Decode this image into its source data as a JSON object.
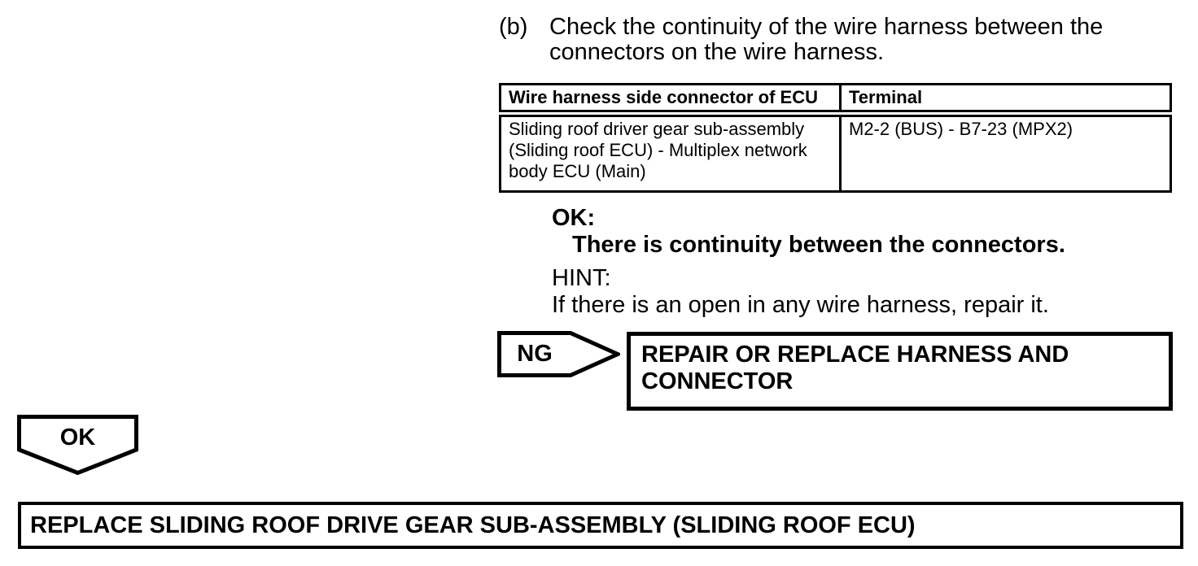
{
  "page": {
    "background_color": "#ffffff",
    "text_color": "#000000"
  },
  "step": {
    "marker": "(b)",
    "lines": [
      "Check the continuity of the wire harness between the",
      "connectors on the wire harness."
    ]
  },
  "table": {
    "headers": [
      "Wire harness side connector of ECU",
      "Terminal"
    ],
    "rows": [
      {
        "connector_lines": [
          "Sliding roof driver gear sub-assembly",
          "(Sliding roof ECU) - Multiplex network",
          "body ECU (Main)"
        ],
        "terminal": "M2-2 (BUS) - B7-23 (MPX2)"
      }
    ]
  },
  "result": {
    "ok_label": "OK:",
    "ok_condition": "There is continuity between the connectors.",
    "hint_label": "HINT:",
    "hint_text": "If there is an open in any wire harness, repair it."
  },
  "flow": {
    "ng": {
      "label": "NG",
      "action_lines": [
        "REPAIR OR REPLACE HARNESS AND",
        "CONNECTOR"
      ]
    },
    "ok": {
      "label": "OK"
    },
    "final_action": "REPLACE SLIDING ROOF DRIVE GEAR SUB-ASSEMBLY (SLIDING ROOF ECU)"
  }
}
